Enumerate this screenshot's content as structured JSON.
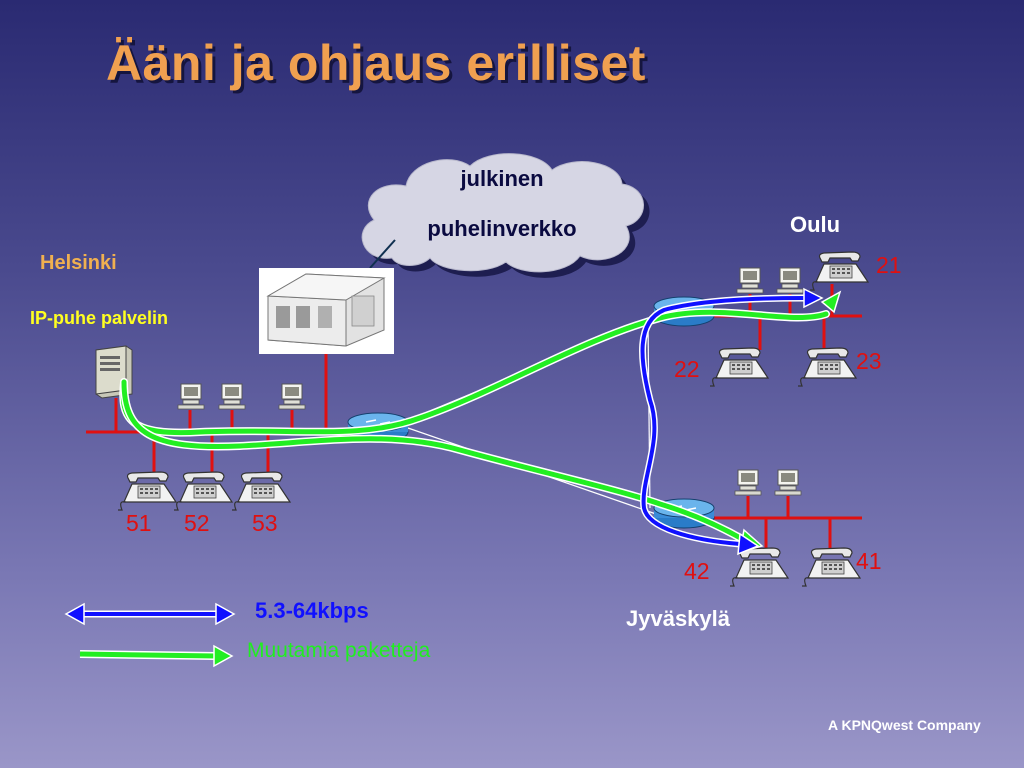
{
  "slide": {
    "title": "Ääni ja ohjaus erilliset",
    "footer": "A KPNQwest Company"
  },
  "cloud": {
    "line1": "julkinen",
    "line2": "puhelinverkko"
  },
  "sites": {
    "helsinki": "Helsinki",
    "server": "IP-puhe palvelin",
    "oulu": "Oulu",
    "jyvaskyla": "Jyväskylä"
  },
  "phones": {
    "p51": "51",
    "p52": "52",
    "p53": "53",
    "p21": "21",
    "p22": "22",
    "p23": "23",
    "p41": "41",
    "p42": "42"
  },
  "legend": {
    "signaling": "5.3-64kbps",
    "voice": "Muutamia paketteja"
  },
  "colors": {
    "signaling": "#1010ff",
    "voice": "#22ee22",
    "lan": "#e01010",
    "title": "#f0a050"
  }
}
